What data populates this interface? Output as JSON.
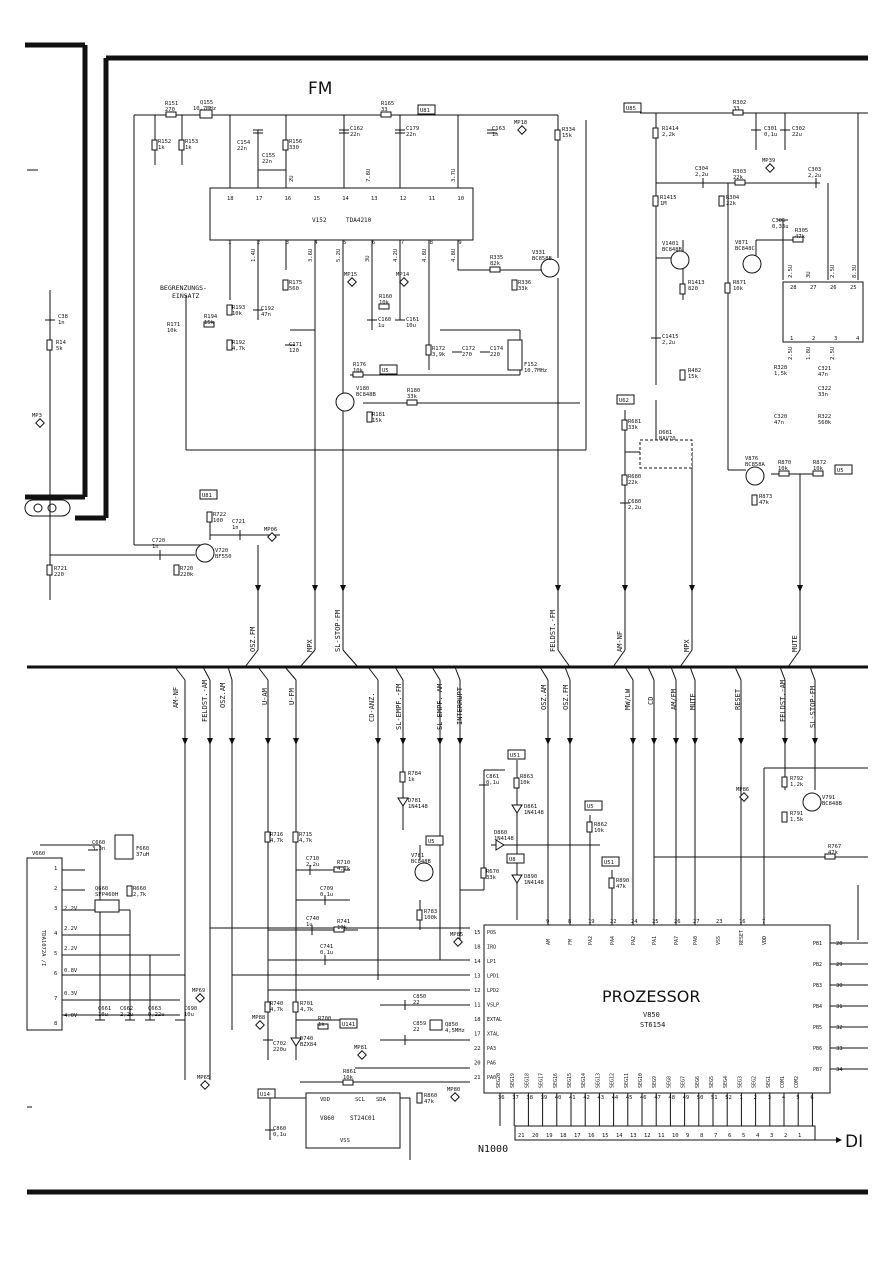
{
  "section_title": "FM",
  "fm_ic": {
    "ref": "V152",
    "part": "TDA4210"
  },
  "fm_ic_top_pins": [
    "18",
    "17",
    "16",
    "15",
    "14",
    "13",
    "12",
    "11",
    "10"
  ],
  "fm_ic_bottom_pins": [
    "1",
    "2",
    "3",
    "4",
    "5",
    "6",
    "7",
    "8",
    "9"
  ],
  "fm_pin_voltages": [
    "1.4U",
    "3.6U",
    "5.2U",
    "3U",
    "4.2U",
    "4.8U",
    "4.8U",
    "7.8U",
    "3.7U",
    "2U"
  ],
  "limiter_label": [
    "BEGRENZUNGS-",
    "EINSATZ"
  ],
  "proc_title": "PROZESSOR",
  "proc_ref": "V850",
  "proc_part": "ST6154",
  "board_ref": "N1000",
  "di_label": "DI",
  "eeprom": {
    "ref": "V860",
    "part": "ST24C01",
    "pins": [
      "VDD",
      "SCL",
      "SDA",
      "VSS"
    ]
  },
  "cap_left_label": "TDA1072A /I",
  "components": [
    {
      "ref": "R151",
      "val": "270"
    },
    {
      "ref": "Q155",
      "val": "10,7MHz"
    },
    {
      "ref": "R165",
      "val": "33"
    },
    {
      "ref": "R152",
      "val": "1k"
    },
    {
      "ref": "R153",
      "val": "1k"
    },
    {
      "ref": "C154",
      "val": "22n"
    },
    {
      "ref": "R156",
      "val": "330"
    },
    {
      "ref": "C155",
      "val": "22n"
    },
    {
      "ref": "C162",
      "val": "22n"
    },
    {
      "ref": "C179",
      "val": "22n"
    },
    {
      "ref": "C163",
      "val": "1n"
    },
    {
      "ref": "R334",
      "val": "15k"
    },
    {
      "ref": "V331",
      "val": "BC858B"
    },
    {
      "ref": "R335",
      "val": "82k"
    },
    {
      "ref": "R336",
      "val": "33k"
    },
    {
      "ref": "R175",
      "val": "560"
    },
    {
      "ref": "R160",
      "val": "10k"
    },
    {
      "ref": "C160",
      "val": "1u"
    },
    {
      "ref": "C161",
      "val": "10u"
    },
    {
      "ref": "R172",
      "val": "3,9k"
    },
    {
      "ref": "C172",
      "val": "270"
    },
    {
      "ref": "C174",
      "val": "220"
    },
    {
      "ref": "F152",
      "val": "10,7MHz"
    },
    {
      "ref": "R171",
      "val": "10k"
    },
    {
      "ref": "R193",
      "val": "10k"
    },
    {
      "ref": "R194",
      "val": "15k"
    },
    {
      "ref": "C192",
      "val": "47n"
    },
    {
      "ref": "R192",
      "val": "4,7k"
    },
    {
      "ref": "C171",
      "val": "120"
    },
    {
      "ref": "R176",
      "val": "10k"
    },
    {
      "ref": "V180",
      "val": "BC848B"
    },
    {
      "ref": "R180",
      "val": "33k"
    },
    {
      "ref": "R181",
      "val": "15k"
    },
    {
      "ref": "R722",
      "val": "100"
    },
    {
      "ref": "C721",
      "val": "1n"
    },
    {
      "ref": "C720",
      "val": "1n"
    },
    {
      "ref": "V720",
      "val": "BF550"
    },
    {
      "ref": "R720",
      "val": "220k"
    },
    {
      "ref": "R721",
      "val": "220"
    },
    {
      "ref": "C38",
      "val": "1n"
    },
    {
      "ref": "R14",
      "val": "5k"
    },
    {
      "ref": "R302",
      "val": "33"
    },
    {
      "ref": "R1414",
      "val": "2,2k"
    },
    {
      "ref": "C301",
      "val": "0,1u"
    },
    {
      "ref": "C302",
      "val": "22u"
    },
    {
      "ref": "C304",
      "val": "2,2u"
    },
    {
      "ref": "R303",
      "val": "22k"
    },
    {
      "ref": "C303",
      "val": "2,2u"
    },
    {
      "ref": "R304",
      "val": "22k"
    },
    {
      "ref": "R1415",
      "val": "1M"
    },
    {
      "ref": "V1401",
      "val": "BC848B"
    },
    {
      "ref": "R1413",
      "val": "820"
    },
    {
      "ref": "C305",
      "val": "0,33u"
    },
    {
      "ref": "R305",
      "val": "47k"
    },
    {
      "ref": "V871",
      "val": "BC848C"
    },
    {
      "ref": "R871",
      "val": "10k"
    },
    {
      "ref": "C1415",
      "val": "2,2u"
    },
    {
      "ref": "R482",
      "val": "15k"
    },
    {
      "ref": "R328",
      "val": "1,5k"
    },
    {
      "ref": "C321",
      "val": "47n"
    },
    {
      "ref": "C322",
      "val": "33n"
    },
    {
      "ref": "C320",
      "val": "47n"
    },
    {
      "ref": "R322",
      "val": "560k"
    },
    {
      "ref": "R681",
      "val": "33k"
    },
    {
      "ref": "D681",
      "val": "BAV70"
    },
    {
      "ref": "R680",
      "val": "22k"
    },
    {
      "ref": "C680",
      "val": "2,2u"
    },
    {
      "ref": "V876",
      "val": "BC858A"
    },
    {
      "ref": "R873",
      "val": "47k"
    },
    {
      "ref": "R870",
      "val": "10k"
    },
    {
      "ref": "R872",
      "val": "10k"
    },
    {
      "ref": "R784",
      "val": "1k"
    },
    {
      "ref": "D781",
      "val": "1N4148"
    },
    {
      "ref": "C861",
      "val": "0,1u"
    },
    {
      "ref": "R863",
      "val": "10k"
    },
    {
      "ref": "D861",
      "val": "1N4148"
    },
    {
      "ref": "D860",
      "val": "1N4148"
    },
    {
      "ref": "R862",
      "val": "10k"
    },
    {
      "ref": "V781",
      "val": "BC848B"
    },
    {
      "ref": "R670",
      "val": "33k"
    },
    {
      "ref": "D890",
      "val": "1N4148"
    },
    {
      "ref": "R890",
      "val": "47k"
    },
    {
      "ref": "R783",
      "val": "100k"
    },
    {
      "ref": "C660",
      "val": "3,3n"
    },
    {
      "ref": "F660",
      "val": "37uH"
    },
    {
      "ref": "Q660",
      "val": "SFP460H"
    },
    {
      "ref": "R660",
      "val": "2,7k"
    },
    {
      "ref": "R716",
      "val": "4,7k"
    },
    {
      "ref": "R715",
      "val": "4,7k"
    },
    {
      "ref": "C710",
      "val": "2,2u"
    },
    {
      "ref": "R710",
      "val": "4,7k"
    },
    {
      "ref": "C709",
      "val": "0,1u"
    },
    {
      "ref": "C740",
      "val": "1u"
    },
    {
      "ref": "R741",
      "val": "10k"
    },
    {
      "ref": "C741",
      "val": "0,1u"
    },
    {
      "ref": "R740",
      "val": "4,7k"
    },
    {
      "ref": "R701",
      "val": "4,7k"
    },
    {
      "ref": "R700",
      "val": "1k"
    },
    {
      "ref": "C702",
      "val": "220u"
    },
    {
      "ref": "D740",
      "val": "BZX84"
    },
    {
      "ref": "C850",
      "val": "22"
    },
    {
      "ref": "C859",
      "val": "22"
    },
    {
      "ref": "Q850",
      "val": "4,5MHz"
    },
    {
      "ref": "R861",
      "val": "10k"
    },
    {
      "ref": "R860",
      "val": "47k"
    },
    {
      "ref": "C860",
      "val": "0,1u"
    },
    {
      "ref": "C661",
      "val": "10u"
    },
    {
      "ref": "C662",
      "val": "2,2u"
    },
    {
      "ref": "C663",
      "val": "0,22u"
    },
    {
      "ref": "C690",
      "val": "10u"
    },
    {
      "ref": "R792",
      "val": "1,2k"
    },
    {
      "ref": "V791",
      "val": "BC848B"
    },
    {
      "ref": "R791",
      "val": "1,5k"
    },
    {
      "ref": "R767",
      "val": "47k"
    }
  ],
  "test_points": [
    "MP3",
    "MP18",
    "MP39",
    "MP15",
    "MP14",
    "MP06",
    "MP86",
    "MP85",
    "MP69",
    "MP88",
    "MP81",
    "MP80",
    "MP65"
  ],
  "supply_labels": [
    "U81",
    "U85",
    "U5",
    "U81",
    "U62",
    "U5",
    "U5",
    "U51",
    "U5",
    "U8",
    "U51",
    "U141",
    "U14",
    "U51"
  ],
  "upper_bus_signals": [
    "OSZ.FM",
    "MPX",
    "SL-STOP-FM",
    "FELDST.-FM",
    "AM-NF",
    "MPX",
    "MUTE"
  ],
  "lower_bus_signals": [
    "AM-NF",
    "FELDST.-AM",
    "OSZ.AM",
    "U-AM",
    "U-FM",
    "CD-ANZ.",
    "SL-EMPF.-FM",
    "SL-EMPF.-AM",
    "INTERRUPT",
    "OSZ.AM",
    "OSZ.FM",
    "MW/LW",
    "AM/FM",
    "MUTE",
    "RESET",
    "FELDST.-AM",
    "SL-STOP-FM"
  ],
  "cd_label": "CD",
  "proc_left_pins": [
    {
      "num": "15",
      "name": "POS"
    },
    {
      "num": "18",
      "name": "IRQ"
    },
    {
      "num": "14",
      "name": "LP1"
    },
    {
      "num": "13",
      "name": "LPD1"
    },
    {
      "num": "12",
      "name": "LPD2"
    },
    {
      "num": "11",
      "name": "VSLP"
    },
    {
      "num": "18",
      "name": "EXTAL"
    },
    {
      "num": "17",
      "name": "XTAL"
    },
    {
      "num": "22",
      "name": "PA3"
    },
    {
      "num": "20",
      "name": "PA6"
    },
    {
      "num": "21",
      "name": "PA0"
    }
  ],
  "proc_top_pins": [
    {
      "num": "9",
      "name": "AM"
    },
    {
      "num": "8",
      "name": "FM"
    },
    {
      "num": "19",
      "name": "PA2"
    },
    {
      "num": "22",
      "name": "PA4"
    },
    {
      "num": "24",
      "name": "PA2"
    },
    {
      "num": "25",
      "name": "PA1"
    },
    {
      "num": "26",
      "name": "PA7"
    },
    {
      "num": "27",
      "name": "PA0"
    },
    {
      "num": "23",
      "name": "VSS"
    },
    {
      "num": "16",
      "name": "RESET"
    },
    {
      "num": "7",
      "name": "VDD"
    }
  ],
  "proc_right_pins": [
    {
      "num": "28",
      "name": "PB1"
    },
    {
      "num": "29",
      "name": "PB2"
    },
    {
      "num": "30",
      "name": "PB3"
    },
    {
      "num": "31",
      "name": "PB4"
    },
    {
      "num": "32",
      "name": "PB5"
    },
    {
      "num": "33",
      "name": "PB6"
    },
    {
      "num": "34",
      "name": "PB7"
    }
  ],
  "proc_bottom_pins": [
    {
      "num": "36",
      "name": "SEG20"
    },
    {
      "num": "37",
      "name": "SEG19"
    },
    {
      "num": "38",
      "name": "SEG18"
    },
    {
      "num": "39",
      "name": "SEG17"
    },
    {
      "num": "40",
      "name": "SEG16"
    },
    {
      "num": "41",
      "name": "SEG15"
    },
    {
      "num": "42",
      "name": "SEG14"
    },
    {
      "num": "43",
      "name": "SEG13"
    },
    {
      "num": "44",
      "name": "SEG12"
    },
    {
      "num": "45",
      "name": "SEG11"
    },
    {
      "num": "46",
      "name": "SEG10"
    },
    {
      "num": "47",
      "name": "SEG9"
    },
    {
      "num": "48",
      "name": "SEG8"
    },
    {
      "num": "49",
      "name": "SEG7"
    },
    {
      "num": "50",
      "name": "SEG6"
    },
    {
      "num": "51",
      "name": "SEG5"
    },
    {
      "num": "52",
      "name": "SEG4"
    },
    {
      "num": "1",
      "name": "SEG3"
    },
    {
      "num": "2",
      "name": "SEG2"
    },
    {
      "num": "3",
      "name": "SEG1"
    },
    {
      "num": "4",
      "name": "COM1"
    },
    {
      "num": "5",
      "name": "COM2"
    },
    {
      "num": "6",
      "name": ""
    }
  ],
  "connector_pins": [
    "21",
    "20",
    "19",
    "18",
    "17",
    "16",
    "15",
    "14",
    "13",
    "12",
    "11",
    "10",
    "9",
    "8",
    "7",
    "6",
    "5",
    "4",
    "3",
    "2",
    "1"
  ],
  "right_ic_pins_top": [
    "28",
    "27",
    "26",
    "25"
  ],
  "right_ic_pins_bottom": [
    "1",
    "2",
    "3",
    "4"
  ],
  "right_ic_voltages": [
    "2.5U",
    "3U",
    "2.5U",
    "8.3U",
    "2.5U",
    "1.8U",
    "2.5U"
  ],
  "left_ic": {
    "ref": "V660",
    "pins": [
      "1",
      "2",
      "3",
      "4",
      "5",
      "6",
      "7",
      "8"
    ],
    "voltages": [
      "2.2V",
      "2.2V",
      "2.2V",
      "0.8V",
      "0.3V",
      "4.0V"
    ]
  }
}
